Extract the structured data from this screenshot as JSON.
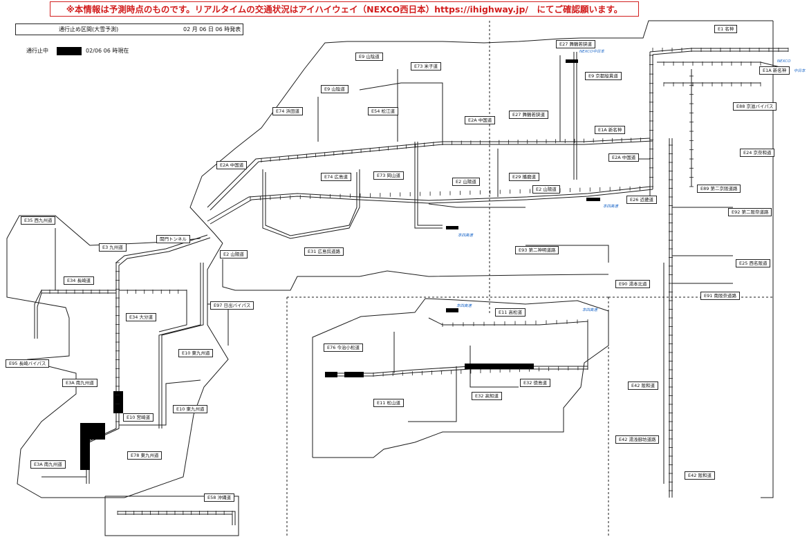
{
  "banner": "※本情報は予測時点のものです。リアルタイムの交通状況はアイハイウェイ（NEXCO西日本）https://ihighway.jp/　にてご確認願います。",
  "header": {
    "title": "通行止め区間(大雪予測)",
    "datetime": "02 月 06 日 06 時発表"
  },
  "legend": {
    "label": "通行止中",
    "swatch_color": "#000000",
    "time": "02/06 06 時現在"
  },
  "colors": {
    "banner_red": "#d21d1d",
    "closed": "#000000",
    "line": "#1a1a1a",
    "link_blue": "#1a66c8"
  },
  "route_labels": [
    {
      "id": "e1",
      "text": "E1 名神"
    },
    {
      "id": "e27a",
      "text": "E27 舞鶴若狭道"
    },
    {
      "id": "e9a",
      "text": "E9 山陰道"
    },
    {
      "id": "e73a",
      "text": "E73 米子道"
    },
    {
      "id": "e9b",
      "text": "E9 京都縦貫道"
    },
    {
      "id": "e1a1",
      "text": "E1A 新名神"
    },
    {
      "id": "e88",
      "text": "E88 京滋バイパス"
    },
    {
      "id": "e9c",
      "text": "E9 山陰道"
    },
    {
      "id": "e74a",
      "text": "E74 浜田道"
    },
    {
      "id": "e54",
      "text": "E54 松江道"
    },
    {
      "id": "e27b",
      "text": "E27 舞鶴若狭道"
    },
    {
      "id": "e2a1",
      "text": "E2A 中国道"
    },
    {
      "id": "e1a2",
      "text": "E1A 新名神"
    },
    {
      "id": "e24",
      "text": "E24 京奈和道"
    },
    {
      "id": "e2a2",
      "text": "E2A 中国道"
    },
    {
      "id": "e2a3",
      "text": "E2A 中国道"
    },
    {
      "id": "e29",
      "text": "E29 播磨道"
    },
    {
      "id": "e74b",
      "text": "E74 広島道"
    },
    {
      "id": "e73b",
      "text": "E73 岡山道"
    },
    {
      "id": "e2a",
      "text": "E2 山陽道"
    },
    {
      "id": "e89",
      "text": "E89 第二京阪道路"
    },
    {
      "id": "e2b",
      "text": "E2 山陽道"
    },
    {
      "id": "e26",
      "text": "E26 近畿道"
    },
    {
      "id": "e35",
      "text": "E35 西九州道"
    },
    {
      "id": "e92",
      "text": "E92 第二阪奈道路"
    },
    {
      "id": "kanmon",
      "text": "関門トンネル"
    },
    {
      "id": "e3",
      "text": "E3 九州道"
    },
    {
      "id": "e31",
      "text": "E31 広島呉道路"
    },
    {
      "id": "e93",
      "text": "E93 第二神明道路"
    },
    {
      "id": "e2c",
      "text": "E2 山陽道"
    },
    {
      "id": "e25",
      "text": "E25 西名阪道"
    },
    {
      "id": "e34a",
      "text": "E34 長崎道"
    },
    {
      "id": "e90",
      "text": "E90 湯本北道"
    },
    {
      "id": "e91",
      "text": "E91 南阪奈道路"
    },
    {
      "id": "e97",
      "text": "E97 日出バイパス"
    },
    {
      "id": "e11a",
      "text": "E11 高松道"
    },
    {
      "id": "e34b",
      "text": "E34 大分道"
    },
    {
      "id": "e76",
      "text": "E76 今治小松道"
    },
    {
      "id": "e10a",
      "text": "E10 東九州道"
    },
    {
      "id": "e95",
      "text": "E95 長崎バイパス"
    },
    {
      "id": "e3a1",
      "text": "E3A 南九州道"
    },
    {
      "id": "e32a",
      "text": "E32 徳島道"
    },
    {
      "id": "e42a",
      "text": "E42 阪和道"
    },
    {
      "id": "e32b",
      "text": "E32 高知道"
    },
    {
      "id": "e11b",
      "text": "E11 松山道"
    },
    {
      "id": "e10b",
      "text": "E10 東九州道"
    },
    {
      "id": "e10c",
      "text": "E10 宮崎道"
    },
    {
      "id": "e42b",
      "text": "E42 湯浅御坊道路"
    },
    {
      "id": "e78",
      "text": "E78 東九州道"
    },
    {
      "id": "e3a2",
      "text": "E3A 南九州道"
    },
    {
      "id": "e42c",
      "text": "E42 阪和道"
    },
    {
      "id": "e58",
      "text": "E58 沖縄道"
    }
  ],
  "place_labels": {
    "nexco_central1": "NEXCO中日本",
    "nexco": "NEXCO",
    "nexco_central2": "中日本",
    "honshi1": "本四高速",
    "honshi2": "本四高速",
    "honshi3": "本四高速",
    "honshi4": "本四高速"
  }
}
